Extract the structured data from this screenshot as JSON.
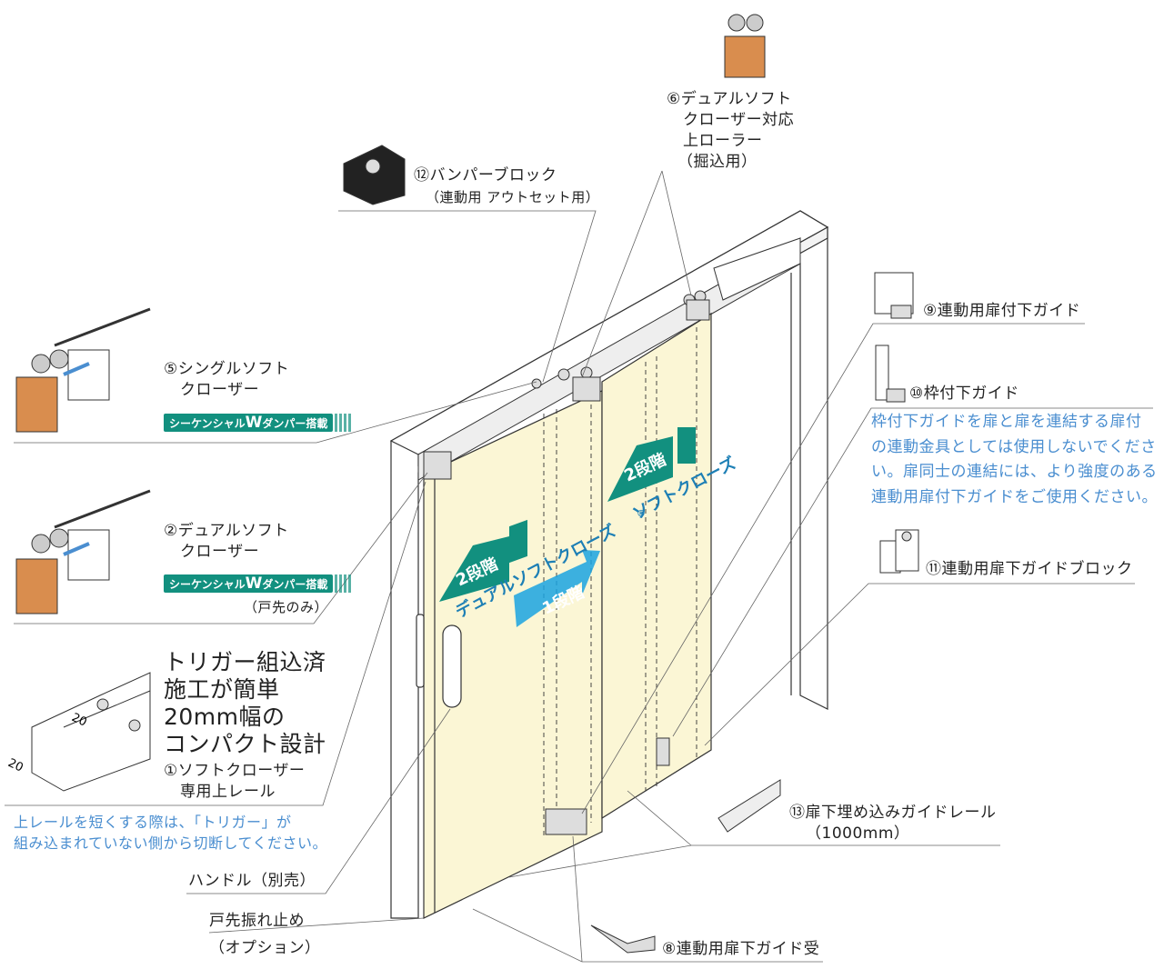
{
  "labels": {
    "p6": [
      "⑥デュアルソフト",
      "クローザー対応",
      "上ローラー",
      "（掘込用）"
    ],
    "p12": [
      "⑫バンパーブロック",
      "（連動用 アウトセット用）"
    ],
    "p5": [
      "⑤シングルソフト",
      "クローザー"
    ],
    "p2": [
      "②デュアルソフト",
      "クローザー",
      "（戸先のみ）"
    ],
    "rail_feature": [
      "トリガー組込済",
      "施工が簡単",
      "20mm幅の",
      "コンパクト設計"
    ],
    "p1": [
      "①ソフトクローザー",
      "専用上レール"
    ],
    "rail_note": [
      "上レールを短くする際は、「トリガー」が",
      "組み込まれていない側から切断してください。"
    ],
    "handle": "ハンドル（別売）",
    "stopper": [
      "戸先振れ止め",
      "（オプション）"
    ],
    "p8": "⑧連動用扉下ガイド受",
    "p13": [
      "⑬扉下埋め込みガイドレール",
      "（1000mm）"
    ],
    "p9": "⑨連動用扉付下ガイド",
    "p10": "⑩枠付下ガイド",
    "guide_note": [
      "枠付下ガイドを扉と扉を連結する扉付",
      "の連動金具としては使用しないでくださ",
      "い。扉同士の連結には、より強度のある",
      "連動用扉付下ガイドをご使用ください。"
    ],
    "p11": "⑪連動用扉下ガイドブロック",
    "dim": "20"
  },
  "badge": {
    "prefix": "シーケンシャル",
    "w": "W",
    "suffix": "ダンパー搭載"
  },
  "door_text": {
    "left_stage2": "2段階",
    "left_brand": "デュアルソフトクローズ",
    "registered": "®",
    "left_stage1": "1段階",
    "right_stage2": "2段階",
    "right_brand": "ソフトクローズ"
  },
  "colors": {
    "teal": "#12907f",
    "blue": "#1aa3e0",
    "door": "#fbf6d5",
    "note": "#4a8ed0",
    "part": "#d98d4e"
  }
}
